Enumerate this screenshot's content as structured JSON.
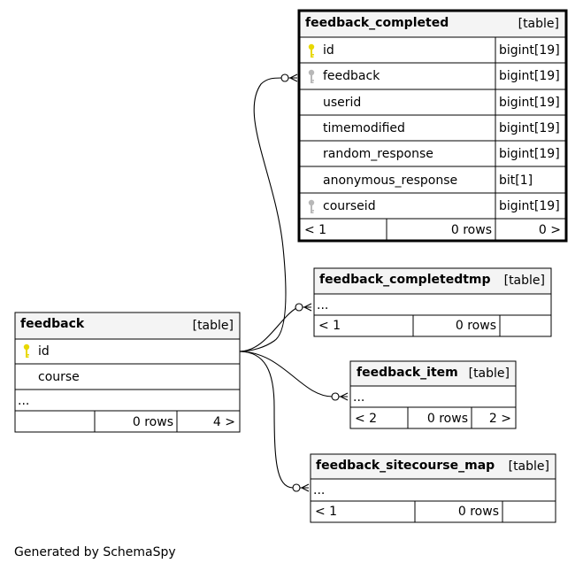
{
  "footer": "Generated by SchemaSpy",
  "colors": {
    "primary_key": "#e8d800",
    "foreign_key": "#b8b8b8",
    "header_bg": "#f4f4f4"
  },
  "tables": {
    "feedback_completed": {
      "name": "feedback_completed",
      "type": "[table]",
      "columns": [
        {
          "name": "id",
          "type": "bigint[19]",
          "key": "primary"
        },
        {
          "name": "feedback",
          "type": "bigint[19]",
          "key": "foreign"
        },
        {
          "name": "userid",
          "type": "bigint[19]",
          "key": ""
        },
        {
          "name": "timemodified",
          "type": "bigint[19]",
          "key": ""
        },
        {
          "name": "random_response",
          "type": "bigint[19]",
          "key": ""
        },
        {
          "name": "anonymous_response",
          "type": "bit[1]",
          "key": ""
        },
        {
          "name": "courseid",
          "type": "bigint[19]",
          "key": "foreign"
        }
      ],
      "footer": {
        "parents": "< 1",
        "rows": "0 rows",
        "children": "0 >"
      }
    },
    "feedback_completedtmp": {
      "name": "feedback_completedtmp",
      "type": "[table]",
      "ellipsis": "...",
      "footer": {
        "parents": "< 1",
        "rows": "0 rows",
        "children": ""
      }
    },
    "feedback": {
      "name": "feedback",
      "type": "[table]",
      "columns": [
        {
          "name": "id",
          "key": "primary"
        },
        {
          "name": "course",
          "key": ""
        }
      ],
      "ellipsis": "...",
      "footer": {
        "parents": "",
        "rows": "0 rows",
        "children": "4 >"
      }
    },
    "feedback_item": {
      "name": "feedback_item",
      "type": "[table]",
      "ellipsis": "...",
      "footer": {
        "parents": "< 2",
        "rows": "0 rows",
        "children": "2 >"
      }
    },
    "feedback_sitecourse_map": {
      "name": "feedback_sitecourse_map",
      "type": "[table]",
      "ellipsis": "...",
      "footer": {
        "parents": "< 1",
        "rows": "0 rows",
        "children": ""
      }
    }
  }
}
